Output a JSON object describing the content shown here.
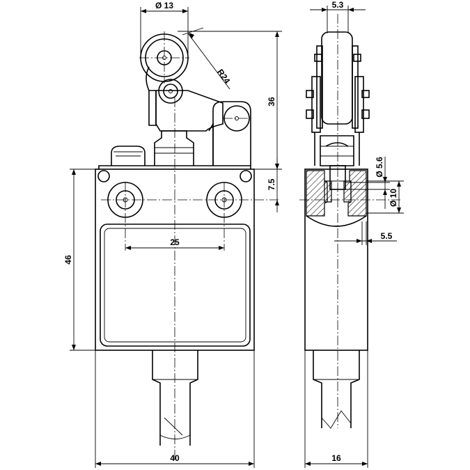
{
  "dimensions": {
    "roller_dia": "Ø 13",
    "width_top_side": "5.3",
    "radius": "R24",
    "height_36": "36",
    "dia_5_6": "Ø 5.6",
    "height_7_5": "7.5",
    "dia_10": "Ø 10",
    "depth_5_5": "5.5",
    "hole_pitch": "25",
    "height_46": "46",
    "width_40": "40",
    "width_16": "16"
  }
}
